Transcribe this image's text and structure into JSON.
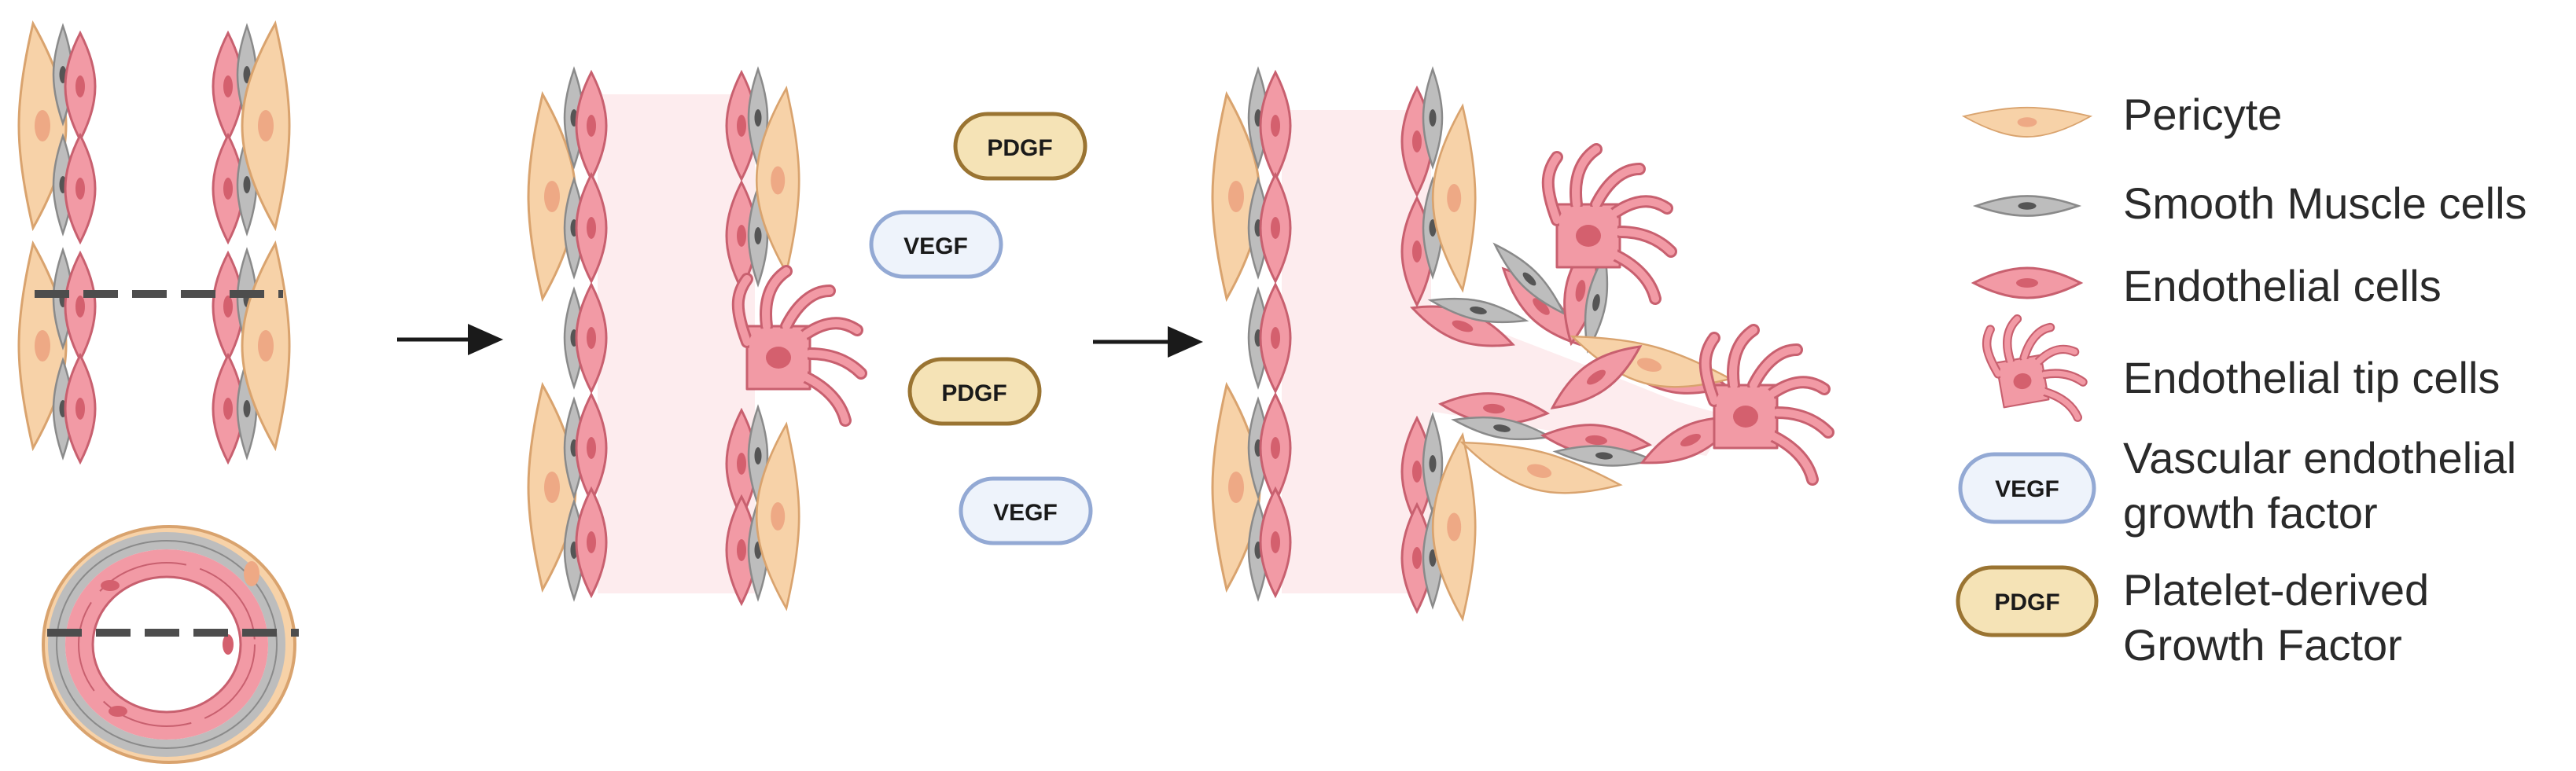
{
  "colors": {
    "pericyte_fill": "#f7d2a8",
    "pericyte_stroke": "#d9a36e",
    "pericyte_nucleus": "#eea985",
    "smooth_muscle_fill": "#bdbdbd",
    "smooth_muscle_stroke": "#8a8a8a",
    "smooth_muscle_nucleus": "#555555",
    "endothelial_fill": "#f29aa5",
    "endothelial_stroke": "#c8606f",
    "endothelial_nucleus": "#d4606e",
    "vessel_lumen": "#fdecee",
    "vegf_fill": "#eef3fb",
    "vegf_stroke": "#93a9d4",
    "pdgf_fill": "#f5e3b6",
    "pdgf_stroke": "#9a7432",
    "arrow": "#1a1a1a",
    "dashed_line": "#4d4d4d"
  },
  "factors": {
    "panel2": [
      {
        "label": "PDGF",
        "type": "pdgf"
      },
      {
        "label": "VEGF",
        "type": "vegf"
      },
      {
        "label": "PDGF",
        "type": "pdgf"
      },
      {
        "label": "VEGF",
        "type": "vegf"
      }
    ]
  },
  "legend": {
    "pericyte": "Pericyte",
    "smooth_muscle": "Smooth Muscle cells",
    "endothelial": "Endothelial cells",
    "tip_cells": "Endothelial tip cells",
    "vegf_pill": "VEGF",
    "vegf_line1": "Vascular endothelial",
    "vegf_line2": "growth factor",
    "pdgf_pill": "PDGF",
    "pdgf_line1": "Platelet-derived",
    "pdgf_line2": "Growth Factor"
  }
}
